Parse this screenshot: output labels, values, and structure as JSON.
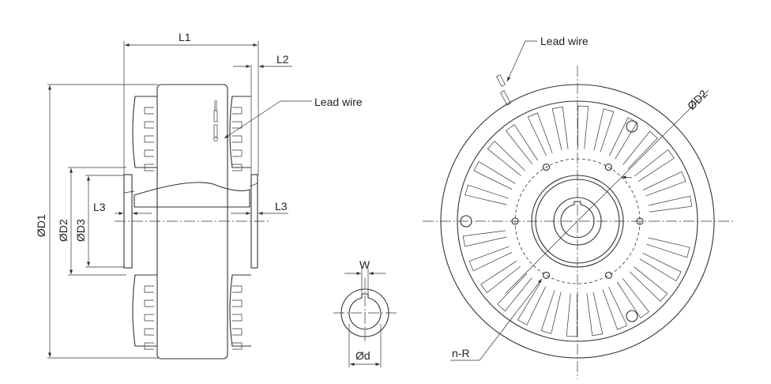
{
  "side_view": {
    "dim_l1": "L1",
    "dim_l2": "L2",
    "dim_l3_left": "L3",
    "dim_l3_right": "L3",
    "dim_d1": "ØD1",
    "dim_d2": "ØD2",
    "dim_d3": "ØD3",
    "lead_wire_label": "Lead wire"
  },
  "shaft_section": {
    "dim_w": "W",
    "dim_d": "Ød"
  },
  "front_view": {
    "lead_wire_label": "Lead wire",
    "dim_d2": "ØD2",
    "hole_label": "n-R"
  },
  "colors": {
    "line": "#333333",
    "background": "#ffffff"
  }
}
